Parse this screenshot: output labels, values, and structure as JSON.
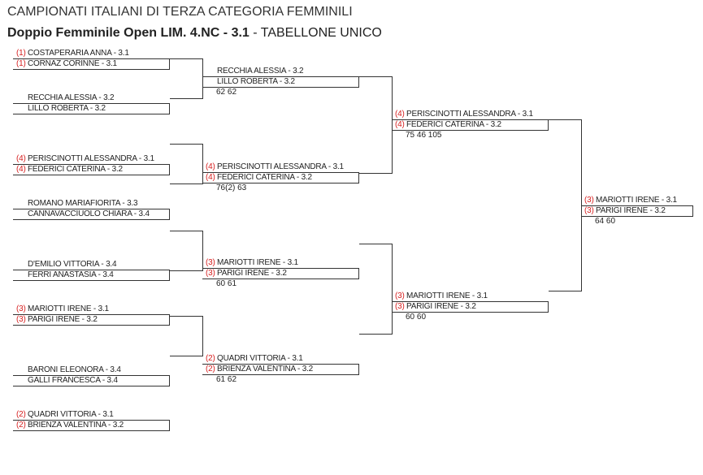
{
  "title": "CAMPIONATI ITALIANI DI TERZA CATEGORIA FEMMINILI",
  "subtitle_bold": "Doppio Femminile Open LIM. 4.NC - 3.1",
  "subtitle_rest": " - TABELLONE UNICO",
  "round1": [
    {
      "seed": "(1)",
      "p1": "COSTAPERARIA ANNA - 3.1",
      "p2": "CORNAZ CORINNE - 3.1"
    },
    {
      "seed": "",
      "p1": "RECCHIA ALESSIA - 3.2",
      "p2": "LILLO ROBERTA - 3.2"
    },
    {
      "seed": "(4)",
      "p1": "PERISCINOTTI ALESSANDRA - 3.1",
      "p2": "FEDERICI CATERINA - 3.2"
    },
    {
      "seed": "",
      "p1": "ROMANO MARIAFIORITA - 3.3",
      "p2": "CANNAVACCIUOLO CHIARA - 3.4"
    },
    {
      "seed": "",
      "p1": "D'EMILIO VITTORIA - 3.4",
      "p2": "FERRI ANASTASIA - 3.4"
    },
    {
      "seed": "(3)",
      "p1": "MARIOTTI IRENE - 3.1",
      "p2": "PARIGI IRENE - 3.2"
    },
    {
      "seed": "",
      "p1": "BARONI ELEONORA - 3.4",
      "p2": "GALLI FRANCESCA - 3.4"
    },
    {
      "seed": "(2)",
      "p1": "QUADRI VITTORIA - 3.1",
      "p2": "BRIENZA VALENTINA - 3.2"
    }
  ],
  "round2": [
    {
      "seed": "",
      "p1": "RECCHIA ALESSIA - 3.2",
      "p2": "LILLO ROBERTA - 3.2",
      "score": "62 62"
    },
    {
      "seed": "(4)",
      "p1": "PERISCINOTTI ALESSANDRA - 3.1",
      "p2": "FEDERICI CATERINA - 3.2",
      "score": "76(2) 63"
    },
    {
      "seed": "(3)",
      "p1": "MARIOTTI IRENE - 3.1",
      "p2": "PARIGI IRENE - 3.2",
      "score": "60 61"
    },
    {
      "seed": "(2)",
      "p1": "QUADRI VITTORIA - 3.1",
      "p2": "BRIENZA VALENTINA - 3.2",
      "score": "61 62"
    }
  ],
  "semifinals": [
    {
      "seed": "(4)",
      "p1": "PERISCINOTTI ALESSANDRA - 3.1",
      "p2": "FEDERICI CATERINA - 3.2",
      "score": "75 46 105"
    },
    {
      "seed": "(3)",
      "p1": "MARIOTTI IRENE - 3.1",
      "p2": "PARIGI IRENE - 3.2",
      "score": "60 60"
    }
  ],
  "final": {
    "seed": "(3)",
    "p1": "MARIOTTI IRENE - 3.1",
    "p2": "PARIGI IRENE - 3.2",
    "score": "64 60"
  }
}
